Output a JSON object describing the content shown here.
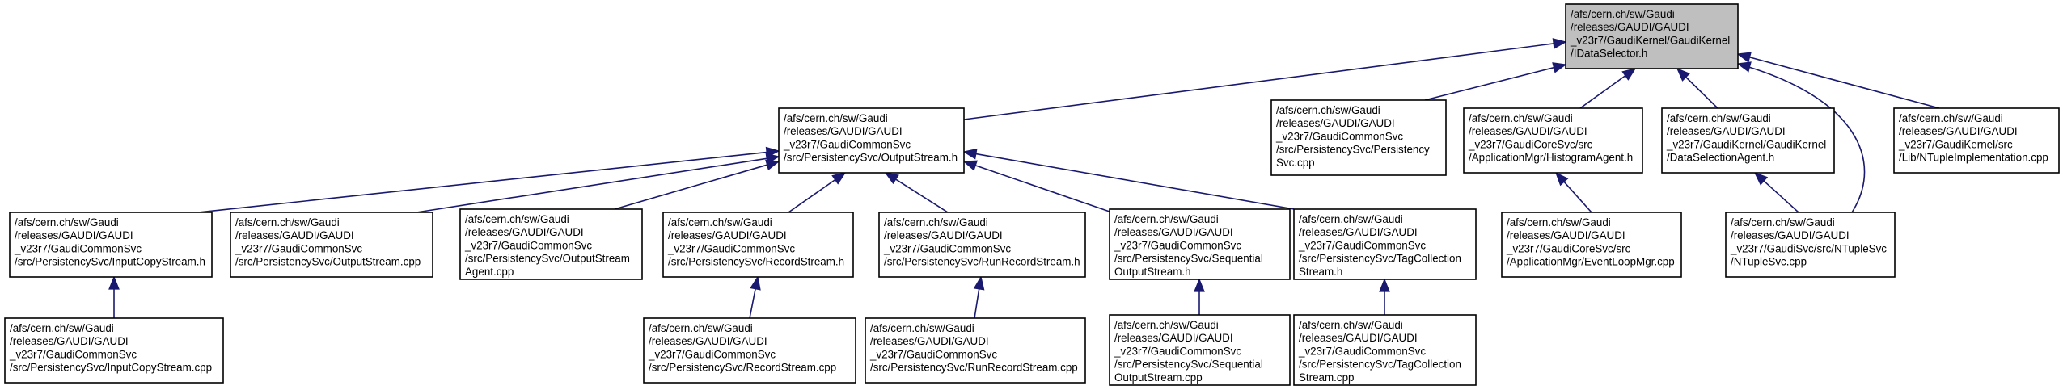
{
  "diagram": {
    "kind": "include-dependency-graph",
    "colors": {
      "edge": "#191970",
      "root_fill": "#bfbfbf",
      "node_fill": "#ffffff",
      "border": "#000000"
    },
    "nodes": [
      {
        "id": "idataselector",
        "root": true,
        "lines": [
          "/afs/cern.ch/sw/Gaudi",
          "/releases/GAUDI/GAUDI",
          "_v23r7/GaudiKernel/GaudiKernel",
          "/IDataSelector.h"
        ]
      },
      {
        "id": "outputstream_h",
        "lines": [
          "/afs/cern.ch/sw/Gaudi",
          "/releases/GAUDI/GAUDI",
          "_v23r7/GaudiCommonSvc",
          "/src/PersistencySvc/OutputStream.h"
        ]
      },
      {
        "id": "persistencysvc_cpp",
        "lines": [
          "/afs/cern.ch/sw/Gaudi",
          "/releases/GAUDI/GAUDI",
          "_v23r7/GaudiCommonSvc",
          "/src/PersistencySvc/Persistency",
          "Svc.cpp"
        ]
      },
      {
        "id": "histogramagent_h",
        "lines": [
          "/afs/cern.ch/sw/Gaudi",
          "/releases/GAUDI/GAUDI",
          "_v23r7/GaudiCoreSvc/src",
          "/ApplicationMgr/HistogramAgent.h"
        ]
      },
      {
        "id": "dataselectionagent_h",
        "lines": [
          "/afs/cern.ch/sw/Gaudi",
          "/releases/GAUDI/GAUDI",
          "_v23r7/GaudiKernel/GaudiKernel",
          "/DataSelectionAgent.h"
        ]
      },
      {
        "id": "ntupleimpl_cpp",
        "lines": [
          "/afs/cern.ch/sw/Gaudi",
          "/releases/GAUDI/GAUDI",
          "_v23r7/GaudiKernel/src",
          "/Lib/NTupleImplementation.cpp"
        ]
      },
      {
        "id": "inputcopystream_h",
        "lines": [
          "/afs/cern.ch/sw/Gaudi",
          "/releases/GAUDI/GAUDI",
          "_v23r7/GaudiCommonSvc",
          "/src/PersistencySvc/InputCopyStream.h"
        ]
      },
      {
        "id": "outputstream_cpp",
        "lines": [
          "/afs/cern.ch/sw/Gaudi",
          "/releases/GAUDI/GAUDI",
          "_v23r7/GaudiCommonSvc",
          "/src/PersistencySvc/OutputStream.cpp"
        ]
      },
      {
        "id": "outputstreamagent_cpp",
        "lines": [
          "/afs/cern.ch/sw/Gaudi",
          "/releases/GAUDI/GAUDI",
          "_v23r7/GaudiCommonSvc",
          "/src/PersistencySvc/OutputStream",
          "Agent.cpp"
        ]
      },
      {
        "id": "recordstream_h",
        "lines": [
          "/afs/cern.ch/sw/Gaudi",
          "/releases/GAUDI/GAUDI",
          "_v23r7/GaudiCommonSvc",
          "/src/PersistencySvc/RecordStream.h"
        ]
      },
      {
        "id": "runrecordstream_h",
        "lines": [
          "/afs/cern.ch/sw/Gaudi",
          "/releases/GAUDI/GAUDI",
          "_v23r7/GaudiCommonSvc",
          "/src/PersistencySvc/RunRecordStream.h"
        ]
      },
      {
        "id": "seqoutputstream_h",
        "lines": [
          "/afs/cern.ch/sw/Gaudi",
          "/releases/GAUDI/GAUDI",
          "_v23r7/GaudiCommonSvc",
          "/src/PersistencySvc/Sequential",
          "OutputStream.h"
        ]
      },
      {
        "id": "tagcollstream_h",
        "lines": [
          "/afs/cern.ch/sw/Gaudi",
          "/releases/GAUDI/GAUDI",
          "_v23r7/GaudiCommonSvc",
          "/src/PersistencySvc/TagCollection",
          "Stream.h"
        ]
      },
      {
        "id": "eventloopmgr_cpp",
        "lines": [
          "/afs/cern.ch/sw/Gaudi",
          "/releases/GAUDI/GAUDI",
          "_v23r7/GaudiCoreSvc/src",
          "/ApplicationMgr/EventLoopMgr.cpp"
        ]
      },
      {
        "id": "ntuplesvc_cpp",
        "lines": [
          "/afs/cern.ch/sw/Gaudi",
          "/releases/GAUDI/GAUDI",
          "_v23r7/GaudiSvc/src/NTupleSvc",
          "/NTupleSvc.cpp"
        ]
      },
      {
        "id": "inputcopystream_cpp",
        "lines": [
          "/afs/cern.ch/sw/Gaudi",
          "/releases/GAUDI/GAUDI",
          "_v23r7/GaudiCommonSvc",
          "/src/PersistencySvc/InputCopyStream.cpp"
        ]
      },
      {
        "id": "recordstream_cpp",
        "lines": [
          "/afs/cern.ch/sw/Gaudi",
          "/releases/GAUDI/GAUDI",
          "_v23r7/GaudiCommonSvc",
          "/src/PersistencySvc/RecordStream.cpp"
        ]
      },
      {
        "id": "runrecordstream_cpp",
        "lines": [
          "/afs/cern.ch/sw/Gaudi",
          "/releases/GAUDI/GAUDI",
          "_v23r7/GaudiCommonSvc",
          "/src/PersistencySvc/RunRecordStream.cpp"
        ]
      },
      {
        "id": "seqoutputstream_cpp",
        "lines": [
          "/afs/cern.ch/sw/Gaudi",
          "/releases/GAUDI/GAUDI",
          "_v23r7/GaudiCommonSvc",
          "/src/PersistencySvc/Sequential",
          "OutputStream.cpp"
        ]
      },
      {
        "id": "tagcollstream_cpp",
        "lines": [
          "/afs/cern.ch/sw/Gaudi",
          "/releases/GAUDI/GAUDI",
          "_v23r7/GaudiCommonSvc",
          "/src/PersistencySvc/TagCollection",
          "Stream.cpp"
        ]
      }
    ],
    "edges": [
      {
        "from": "outputstream_h",
        "to": "idataselector"
      },
      {
        "from": "persistencysvc_cpp",
        "to": "idataselector"
      },
      {
        "from": "histogramagent_h",
        "to": "idataselector"
      },
      {
        "from": "dataselectionagent_h",
        "to": "idataselector"
      },
      {
        "from": "ntupleimpl_cpp",
        "to": "idataselector"
      },
      {
        "from": "ntuplesvc_cpp",
        "to": "idataselector"
      },
      {
        "from": "inputcopystream_h",
        "to": "outputstream_h"
      },
      {
        "from": "outputstream_cpp",
        "to": "outputstream_h"
      },
      {
        "from": "outputstreamagent_cpp",
        "to": "outputstream_h"
      },
      {
        "from": "recordstream_h",
        "to": "outputstream_h"
      },
      {
        "from": "runrecordstream_h",
        "to": "outputstream_h"
      },
      {
        "from": "seqoutputstream_h",
        "to": "outputstream_h"
      },
      {
        "from": "tagcollstream_h",
        "to": "outputstream_h"
      },
      {
        "from": "eventloopmgr_cpp",
        "to": "histogramagent_h"
      },
      {
        "from": "ntuplesvc_cpp",
        "to": "dataselectionagent_h"
      },
      {
        "from": "inputcopystream_cpp",
        "to": "inputcopystream_h"
      },
      {
        "from": "recordstream_cpp",
        "to": "recordstream_h"
      },
      {
        "from": "runrecordstream_cpp",
        "to": "runrecordstream_h"
      },
      {
        "from": "seqoutputstream_cpp",
        "to": "seqoutputstream_h"
      },
      {
        "from": "tagcollstream_cpp",
        "to": "tagcollstream_h"
      }
    ]
  }
}
